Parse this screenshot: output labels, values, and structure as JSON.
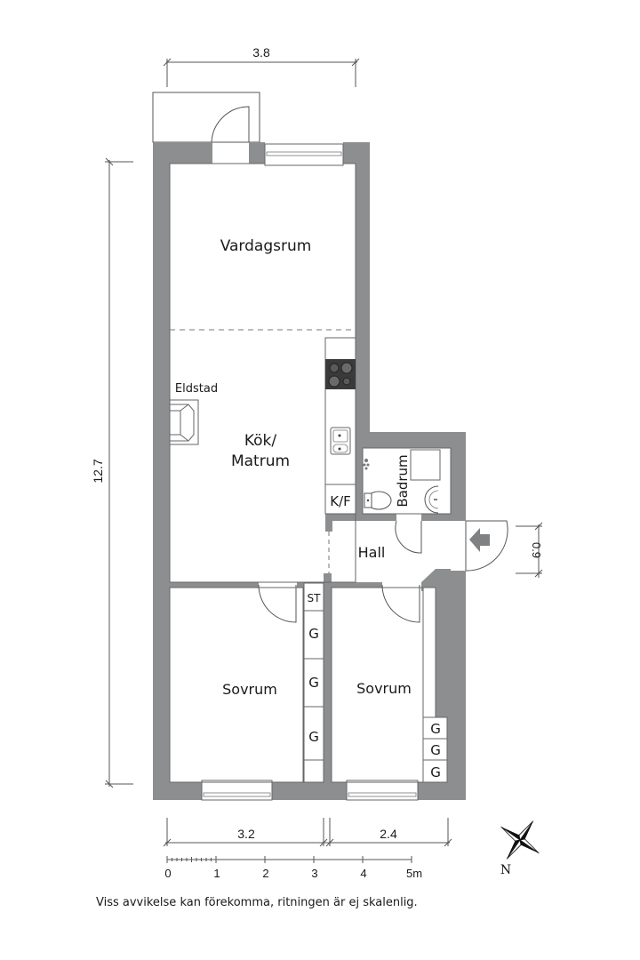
{
  "floorplan": {
    "rooms": {
      "vardagsrum": "Vardagsrum",
      "kok_line1": "Kök/",
      "kok_line2": "Matrum",
      "eldstad": "Eldstad",
      "kf": "K/F",
      "badrum": "Badrum",
      "hall": "Hall",
      "st": "ST",
      "sovrum_left": "Sovrum",
      "sovrum_right": "Sovrum",
      "closet_left": [
        "G",
        "G",
        "G"
      ],
      "closet_right": [
        "G",
        "G",
        "G"
      ]
    },
    "dimensions": {
      "top_width": "3.8",
      "total_height": "12.7",
      "door_width": "0.9",
      "bottom_left_width": "3.2",
      "bottom_right_width": "2.4"
    },
    "scale_bar": {
      "labels": [
        "0",
        "1",
        "2",
        "3",
        "4",
        "5m"
      ]
    },
    "compass": {
      "north_label": "N"
    },
    "disclaimer": "Viss avvikelse kan förekomma, ritningen är ej skalenlig.",
    "colors": {
      "wall": "#8c8e90",
      "line": "#555555",
      "stove": "#3a3a3a"
    }
  }
}
